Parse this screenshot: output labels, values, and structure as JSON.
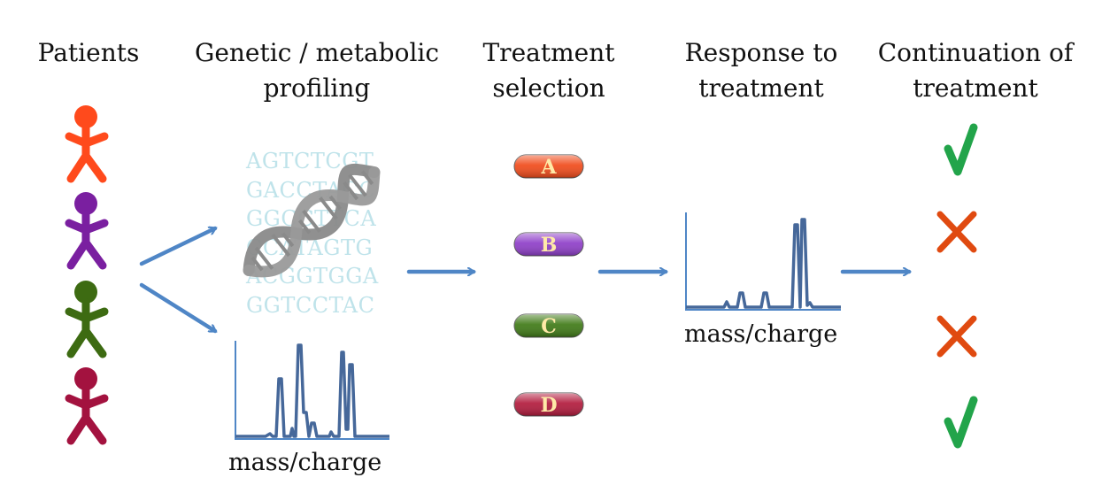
{
  "headers": {
    "patients": [
      "Patients"
    ],
    "profiling": [
      "Genetic / metabolic",
      "profiling"
    ],
    "selection": [
      "Treatment",
      "selection"
    ],
    "response": [
      "Response to",
      "treatment"
    ],
    "continuation": [
      "Continuation of",
      "treatment"
    ]
  },
  "sequence": [
    "AGTCTCGT",
    "GACCTACC",
    "GGCCTTCA",
    "CCATAGTG",
    "ACGGTGGA",
    "GGTCCTAC"
  ],
  "spectrum_label_profiling": "mass/charge",
  "spectrum_label_response": "mass/charge",
  "patients": [
    {
      "color": "#ff4a1c"
    },
    {
      "color": "#7a1fa0"
    },
    {
      "color": "#3d6b12"
    },
    {
      "color": "#a3123f"
    }
  ],
  "pills": [
    {
      "label": "A",
      "color": "#f04a1a"
    },
    {
      "label": "B",
      "color": "#8e3ec8"
    },
    {
      "label": "C",
      "color": "#3f7a16"
    },
    {
      "label": "D",
      "color": "#b21a3c"
    }
  ],
  "outcomes": [
    {
      "icon": "check-icon",
      "color": "#22a44a"
    },
    {
      "icon": "cross-icon",
      "color": "#e04a10"
    },
    {
      "icon": "cross-icon",
      "color": "#e04a10"
    },
    {
      "icon": "check-icon",
      "color": "#22a44a"
    }
  ],
  "colors": {
    "arrow": "#4f86c6",
    "spectrum": "#46689a",
    "dna": "#8a8a8a"
  }
}
